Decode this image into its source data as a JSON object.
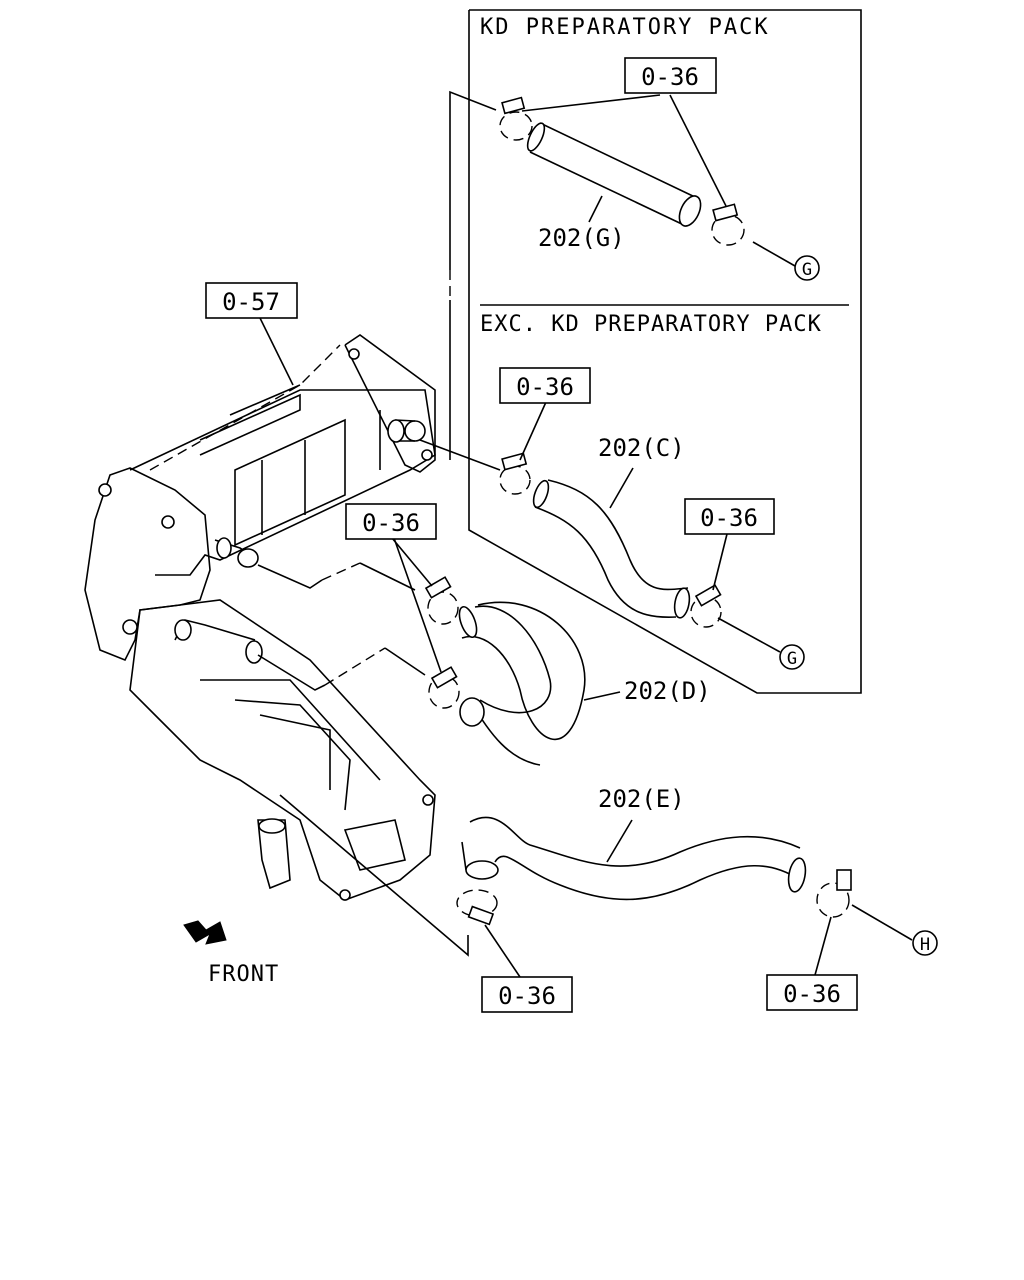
{
  "sections": {
    "kd_title": "KD PREPARATORY PACK",
    "exc_title": "EXC. KD PREPARATORY PACK"
  },
  "refs": {
    "r057": "0-57",
    "r036_kd": "0-36",
    "r036_exc_top": "0-36",
    "r036_exc_right": "0-36",
    "r036_mid": "0-36",
    "r036_bottom_left": "0-36",
    "r036_bottom_right": "0-36"
  },
  "parts": {
    "p202g": "202(G)",
    "p202c": "202(C)",
    "p202d": "202(D)",
    "p202e": "202(E)"
  },
  "connectors": {
    "g1": "G",
    "g2": "G",
    "h": "H"
  },
  "front_label": "FRONT"
}
